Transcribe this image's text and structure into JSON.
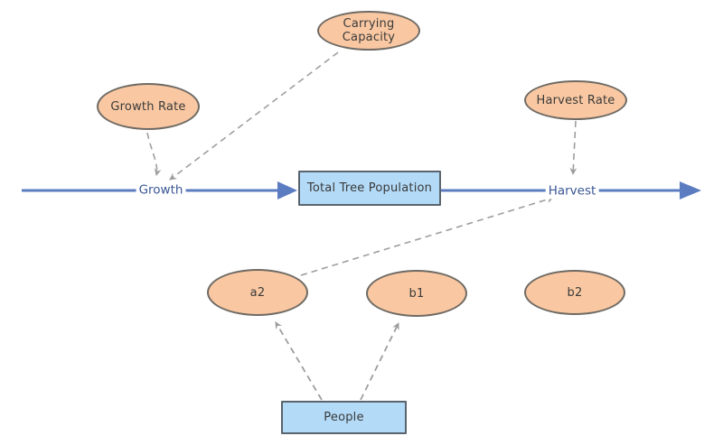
{
  "diagram": {
    "type": "stock-and-flow",
    "background": "#ffffff",
    "colors": {
      "variable_fill": "#f9c8a2",
      "variable_stroke": "#6f6a64",
      "stock_fill": "#b3daf7",
      "stock_stroke": "#5a646e",
      "flow_line": "#5b7cc0",
      "flow_label_text": "#3a5795",
      "connector": "#9e9e9e",
      "node_text": "#3a3a3a"
    },
    "variables": [
      {
        "label": "Carrying Capacity"
      },
      {
        "label": "Growth Rate"
      },
      {
        "label": "Harvest Rate"
      },
      {
        "label": "a2"
      },
      {
        "label": "b1"
      },
      {
        "label": "b2"
      }
    ],
    "stocks": [
      {
        "label": "Total Tree Population"
      },
      {
        "label": "People"
      }
    ],
    "flows": [
      {
        "label": "Growth"
      },
      {
        "label": "Harvest"
      }
    ],
    "connectors": [
      {
        "from": "Growth Rate",
        "to": "Growth"
      },
      {
        "from": "Carrying Capacity",
        "to": "Growth"
      },
      {
        "from": "Harvest Rate",
        "to": "Harvest"
      },
      {
        "from": "a2",
        "to": "Harvest"
      },
      {
        "from": "People",
        "to": "a2"
      },
      {
        "from": "People",
        "to": "b1"
      }
    ]
  }
}
